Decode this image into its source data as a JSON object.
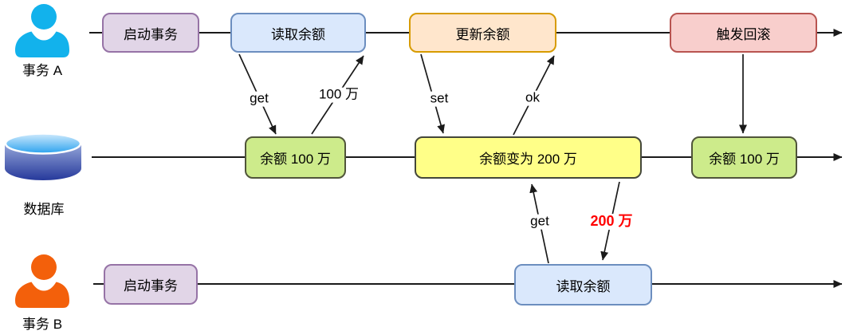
{
  "diagram": {
    "title_hint": "transaction dirty-read rollback sequence diagram",
    "lane_a": {
      "actor_label": "事务 A",
      "actor_icon": "person-icon",
      "nodes": {
        "start": "启动事务",
        "read": "读取余额",
        "update": "更新余额",
        "rollback": "触发回滚"
      }
    },
    "lane_db": {
      "actor_label": "数据库",
      "actor_icon": "database-icon",
      "nodes": {
        "balance_initial": "余额 100 万",
        "balance_changed": "余额变为 200 万",
        "balance_restored": "余额 100 万"
      }
    },
    "lane_b": {
      "actor_label": "事务 B",
      "actor_icon": "person-icon",
      "nodes": {
        "start": "启动事务",
        "read": "读取余额"
      }
    },
    "edge_labels": {
      "a_get": "get",
      "a_result": "100 万",
      "a_set": "set",
      "a_ok": "ok",
      "b_get": "get",
      "b_result": "200 万"
    },
    "colors": {
      "node_purple_fill": "#e1d5e7",
      "node_purple_border": "#9673a6",
      "node_blue_fill": "#dae8fc",
      "node_blue_border": "#6c8ebf",
      "node_orange_fill": "#ffe6cc",
      "node_orange_border": "#d79b00",
      "node_pink_fill": "#f8cecc",
      "node_pink_border": "#b85450",
      "node_green_fill": "#cdeb8b",
      "node_yellow_fill": "#ffff88",
      "person_a": "#12b2ec",
      "person_b": "#f3600b",
      "highlight_red": "#ff0000",
      "line": "#1a1a1a"
    }
  }
}
